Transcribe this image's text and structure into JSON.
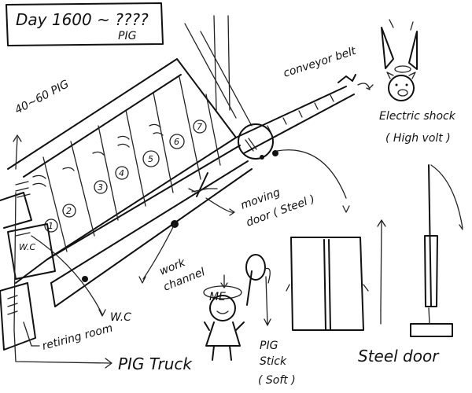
{
  "title_box": {
    "day_text": "Day 1600 ~ ????",
    "animal": "PIG"
  },
  "labels": {
    "pig_range": "40~60 PIG",
    "conveyor_belt": "conveyor belt",
    "electric_shock": "Electric shock",
    "high_volt": "( High volt )",
    "moving_door_1": "moving",
    "moving_door_2": "door ( Steel )",
    "work_channel_1": "work",
    "work_channel_2": "channel",
    "wc_box": "W.C",
    "wc_label": "W.C",
    "retiring_room": "retiring room",
    "pig_truck": "PIG Truck",
    "me": "ME",
    "pig_stick_1": "PIG",
    "pig_stick_2": "Stick",
    "pig_stick_3": "( Soft )",
    "steel_door": "Steel door"
  },
  "pen_numbers": [
    "1",
    "2",
    "3",
    "4",
    "5",
    "6",
    "7"
  ]
}
